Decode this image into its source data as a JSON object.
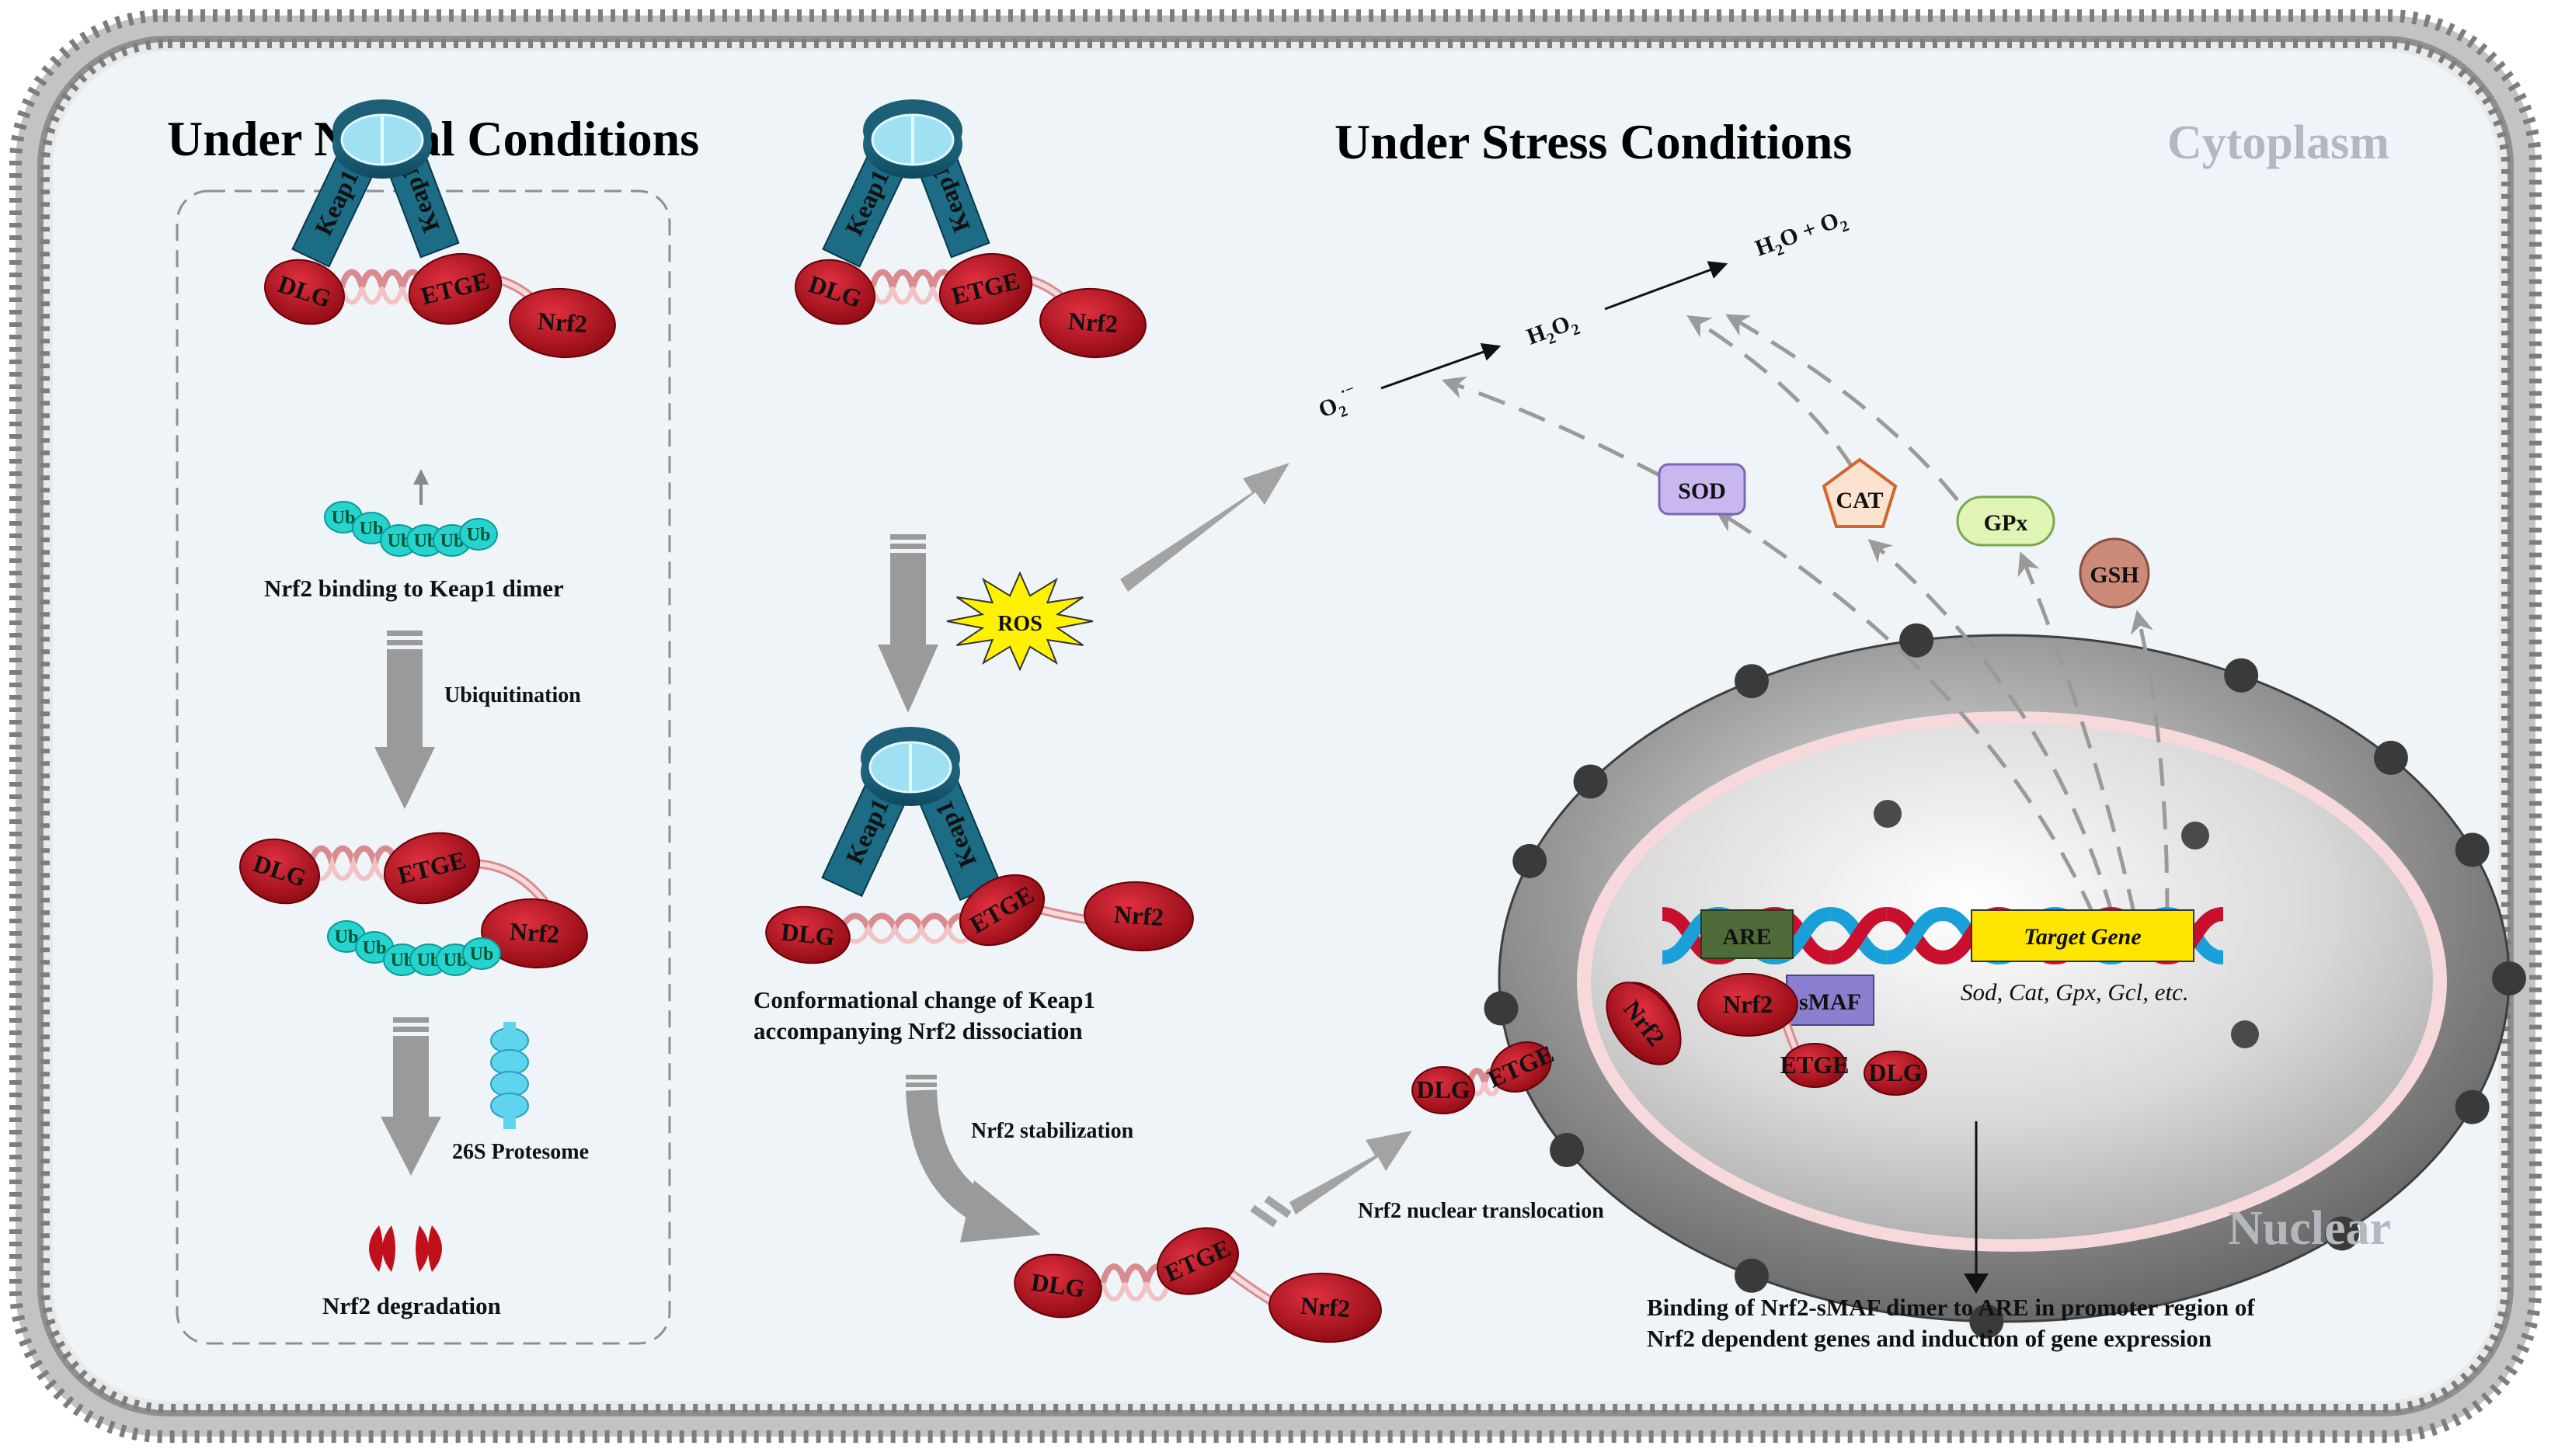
{
  "titles": {
    "normal": "Under Nomal Conditions",
    "stress": "Under Stress Conditions",
    "cytoplasm": "Cytoplasm",
    "nuclear": "Nuclear"
  },
  "protein_labels": {
    "keap1": "Keap1",
    "dlg": "DLG",
    "etge": "ETGE",
    "nrf2": "Nrf2",
    "ub": "Ub"
  },
  "captions": {
    "binding": "Nrf2 binding to Keap1 dimer",
    "ubiquitination": "Ubiquitination",
    "proteasome": "26S Protesome",
    "degradation": "Nrf2 degradation",
    "conformational_1": "Conformational change of Keap1",
    "conformational_2": "accompanying Nrf2 dissociation",
    "stabilization": "Nrf2 stabilization",
    "translocation": "Nrf2 nuclear translocation",
    "binding_are_1": "Binding of Nrf2-sMAF dimer to ARE in promoter region of",
    "binding_are_2": "Nrf2 dependent genes and induction of gene expression"
  },
  "stressor": "ROS",
  "reaction": {
    "superoxide": "O",
    "superoxide_sub": "2",
    "superoxide_sup": "·−",
    "peroxide": "H",
    "peroxide_sub1": "2",
    "peroxide_o": "O",
    "peroxide_sub2": "2",
    "products": "H",
    "products_sub1": "2",
    "products_mid": "O + O",
    "products_sub2": "2"
  },
  "enzymes": {
    "sod": "SOD",
    "cat": "CAT",
    "gpx": "GPx",
    "gsh": "GSH"
  },
  "dna": {
    "are": "ARE",
    "target_gene": "Target Gene",
    "smaf": "sMAF",
    "genes": "Sod, Cat, Gpx, Gcl, etc."
  },
  "colors": {
    "nrf2_red": "#c0101b",
    "keap1_teal": "#1b6c84",
    "ubiquitin_cyan": "#27d3cf",
    "enzyme_sod": "#c9b8f0",
    "enzyme_cat": "#fbe3cf",
    "enzyme_gpx": "#dff4b5",
    "enzyme_gsh": "#cc8a78",
    "are_green": "#4f6b3a",
    "target_yellow": "#ffe600",
    "smaf_purple": "#8b7fcf",
    "ros_yellow": "#fff200",
    "cell_bg": "#eef4f8"
  }
}
